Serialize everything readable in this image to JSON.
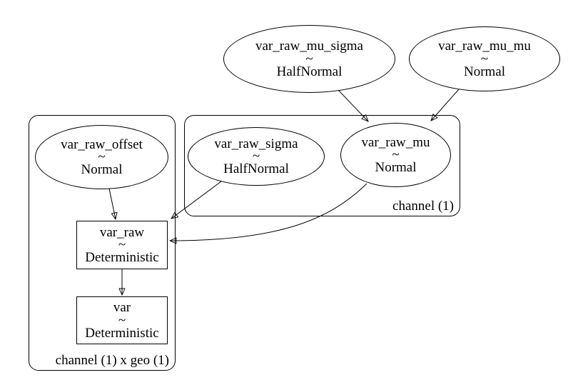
{
  "diagram": {
    "kind": "probabilistic-model-graph",
    "background_color": "#ffffff",
    "stroke_color": "#000000",
    "nodes": {
      "var_raw_mu_sigma": {
        "label": "var_raw_mu_sigma",
        "tilde": "~",
        "dist": "HalfNormal",
        "shape": "ellipse"
      },
      "var_raw_mu_mu": {
        "label": "var_raw_mu_mu",
        "tilde": "~",
        "dist": "Normal",
        "shape": "ellipse"
      },
      "var_raw_sigma": {
        "label": "var_raw_sigma",
        "tilde": "~",
        "dist": "HalfNormal",
        "shape": "ellipse"
      },
      "var_raw_mu": {
        "label": "var_raw_mu",
        "tilde": "~",
        "dist": "Normal",
        "shape": "ellipse"
      },
      "var_raw_offset": {
        "label": "var_raw_offset",
        "tilde": "~",
        "dist": "Normal",
        "shape": "ellipse"
      },
      "var_raw": {
        "label": "var_raw",
        "tilde": "~",
        "dist": "Deterministic",
        "shape": "box"
      },
      "var": {
        "label": "var",
        "tilde": "~",
        "dist": "Deterministic",
        "shape": "box"
      }
    },
    "plates": {
      "channel": {
        "label": "channel (1)"
      },
      "channel_geo": {
        "label": "channel (1) x geo (1)"
      }
    },
    "edges": [
      {
        "from": "var_raw_mu_sigma",
        "to": "var_raw_mu"
      },
      {
        "from": "var_raw_mu_mu",
        "to": "var_raw_mu"
      },
      {
        "from": "var_raw_offset",
        "to": "var_raw"
      },
      {
        "from": "var_raw_sigma",
        "to": "var_raw"
      },
      {
        "from": "var_raw_mu",
        "to": "var_raw"
      },
      {
        "from": "var_raw",
        "to": "var"
      }
    ]
  }
}
